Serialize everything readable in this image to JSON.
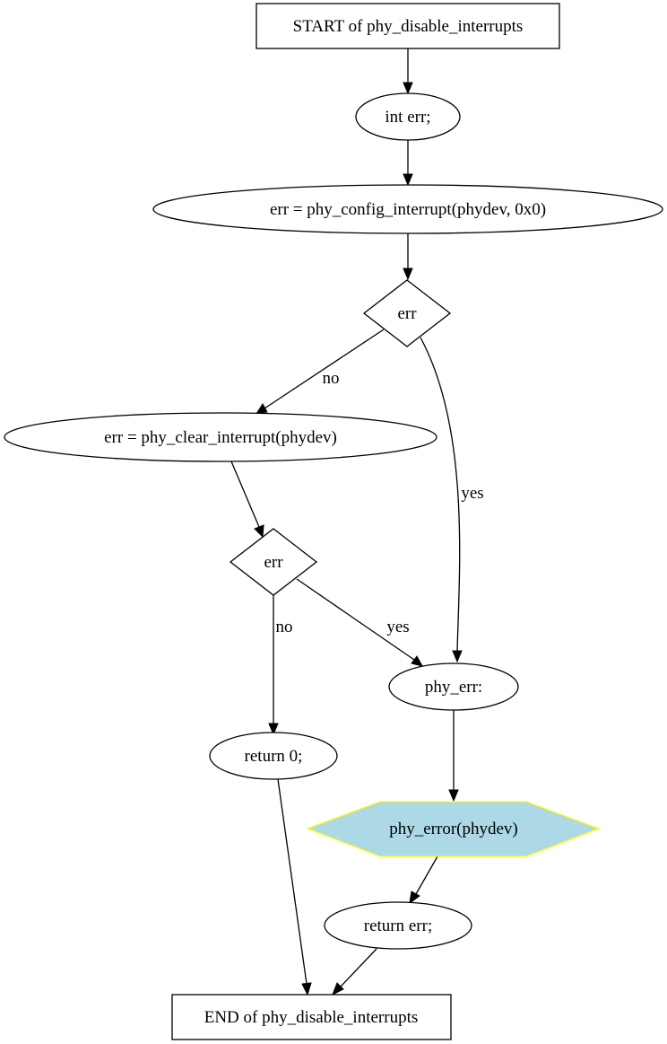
{
  "diagram": {
    "nodes": {
      "start": "START of phy_disable_interrupts",
      "decl_err": "int err;",
      "config_interrupt": "err = phy_config_interrupt(phydev, 0x0)",
      "cond_err_1": "err",
      "clear_interrupt": "err = phy_clear_interrupt(phydev)",
      "cond_err_2": "err",
      "return_zero": "return 0;",
      "label_phy_err": "phy_err:",
      "phy_error_call": "phy_error(phydev)",
      "return_err": "return err;",
      "end": "END of phy_disable_interrupts"
    },
    "edges": {
      "cond1_no": "no",
      "cond1_yes": "yes",
      "cond2_no": "no",
      "cond2_yes": "yes"
    },
    "colors": {
      "highlight_fill": "#add8e6",
      "highlight_stroke": "#ffff00"
    }
  }
}
